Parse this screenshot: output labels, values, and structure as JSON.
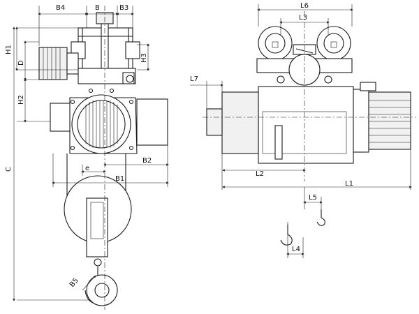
{
  "labels": {
    "B4": "B4",
    "B": "B",
    "B3": "B3",
    "H1": "H1",
    "D": "D",
    "H3": "H3",
    "H2": "H2",
    "C": "C",
    "e": "e",
    "B2": "B2",
    "B1": "B1",
    "B5": "B5",
    "L6": "L6",
    "L3": "L3",
    "L7": "L7",
    "L2": "L2",
    "L1": "L1",
    "L5": "L5",
    "L4": "L4"
  }
}
